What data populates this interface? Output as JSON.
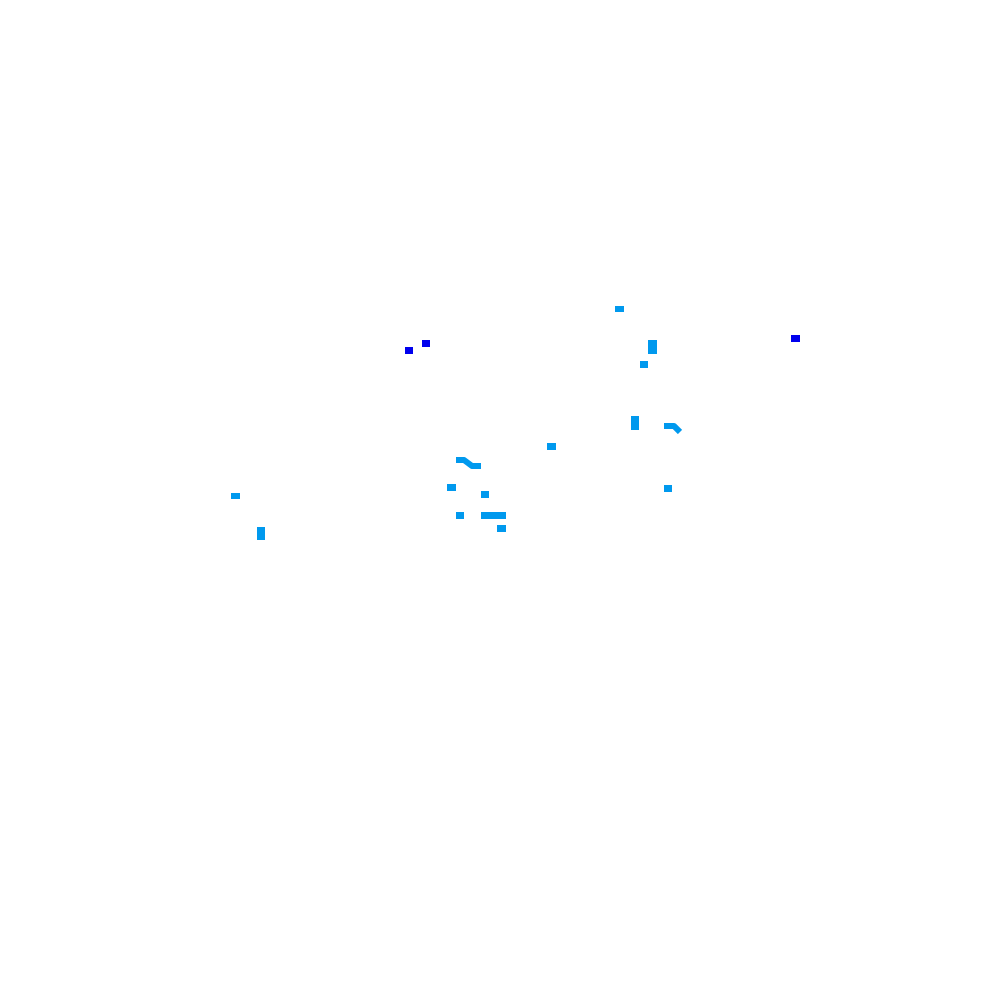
{
  "map": {
    "background_color": "#ffffff",
    "colors": {
      "light_blue": "#0099ee",
      "dark_blue": "#0000ee"
    },
    "features": [
      {
        "id": "f01",
        "kind": "patch",
        "color": "light_blue"
      },
      {
        "id": "f02",
        "kind": "patch",
        "color": "dark_blue"
      },
      {
        "id": "f03",
        "kind": "patch",
        "color": "dark_blue"
      },
      {
        "id": "f04",
        "kind": "patch",
        "color": "light_blue"
      },
      {
        "id": "f05",
        "kind": "patch",
        "color": "light_blue"
      },
      {
        "id": "f06",
        "kind": "patch",
        "color": "dark_blue"
      },
      {
        "id": "f07",
        "kind": "patch",
        "color": "light_blue"
      },
      {
        "id": "f08",
        "kind": "stroke",
        "color": "light_blue"
      },
      {
        "id": "f09",
        "kind": "patch",
        "color": "light_blue"
      },
      {
        "id": "f10",
        "kind": "stroke",
        "color": "light_blue"
      },
      {
        "id": "f11",
        "kind": "patch",
        "color": "light_blue"
      },
      {
        "id": "f12",
        "kind": "patch",
        "color": "light_blue"
      },
      {
        "id": "f13",
        "kind": "patch",
        "color": "light_blue"
      },
      {
        "id": "f14",
        "kind": "patch",
        "color": "light_blue"
      },
      {
        "id": "f15",
        "kind": "patch",
        "color": "light_blue"
      },
      {
        "id": "f16",
        "kind": "patch",
        "color": "light_blue"
      },
      {
        "id": "f17",
        "kind": "patch",
        "color": "light_blue"
      },
      {
        "id": "f18",
        "kind": "patch",
        "color": "light_blue"
      },
      {
        "id": "f19",
        "kind": "patch",
        "color": "light_blue"
      }
    ]
  }
}
